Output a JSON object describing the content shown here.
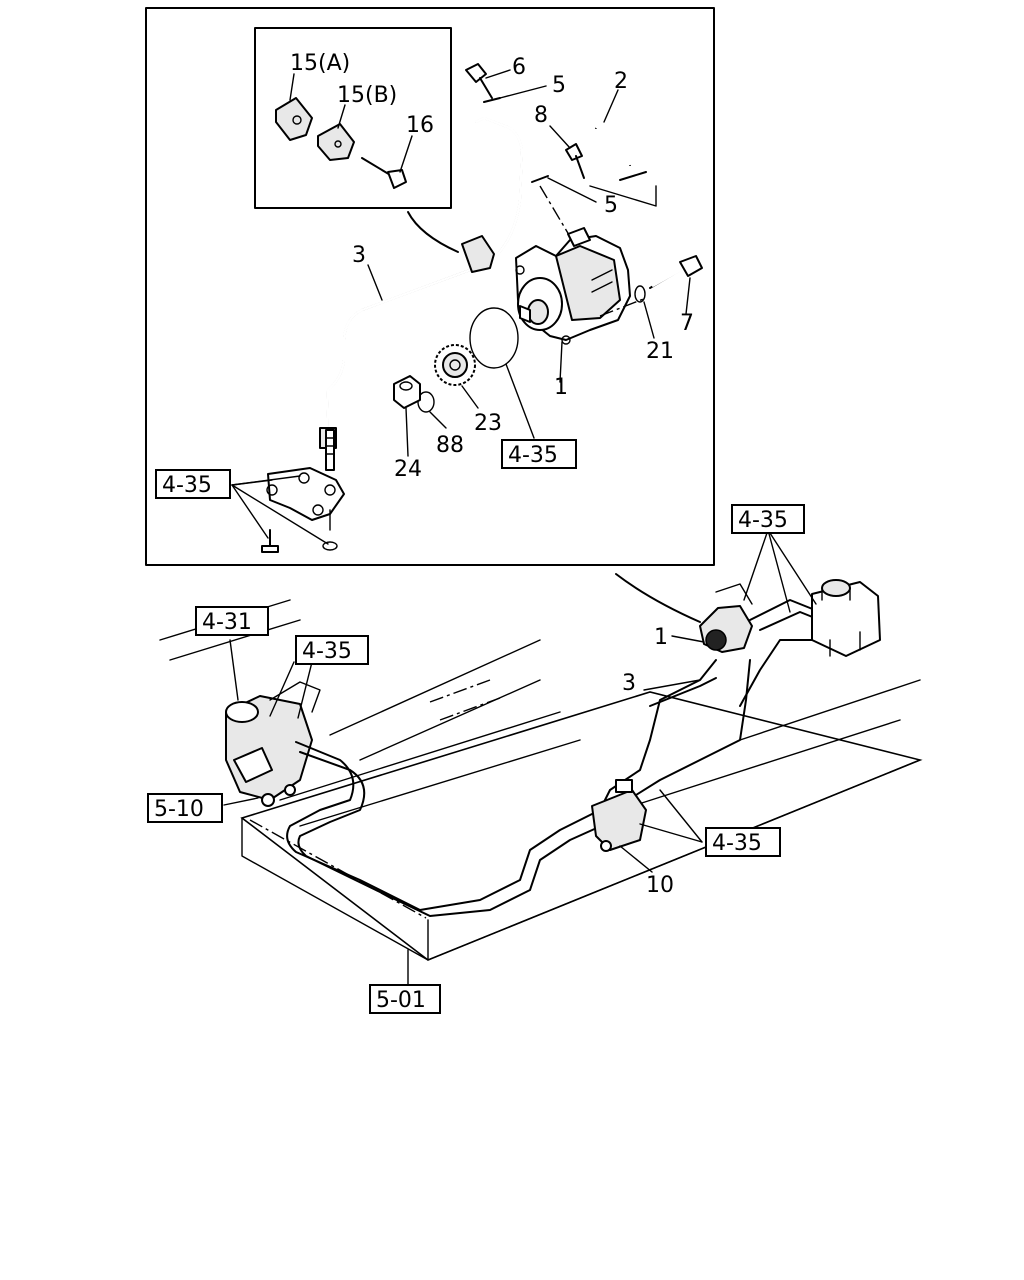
{
  "inset_labels": {
    "p15a": "15(A)",
    "p15b": "15(B)",
    "p16": "16",
    "p6": "6",
    "p5a": "5",
    "p2": "2",
    "p8": "8",
    "p5b": "5",
    "p3": "3",
    "p7": "7",
    "p21": "21",
    "p1": "1",
    "p23": "23",
    "p88": "88",
    "p24": "24"
  },
  "inset_refs": {
    "ref_pump": "4-35",
    "ref_bracket": "4-35"
  },
  "main_labels": {
    "p1": "1",
    "p3": "3",
    "p10": "10"
  },
  "main_refs": {
    "ref_tank": "4-35",
    "ref_431": "4-31",
    "ref_left": "4-35",
    "ref_510": "5-10",
    "ref_right": "4-35",
    "ref_501": "5-01"
  }
}
